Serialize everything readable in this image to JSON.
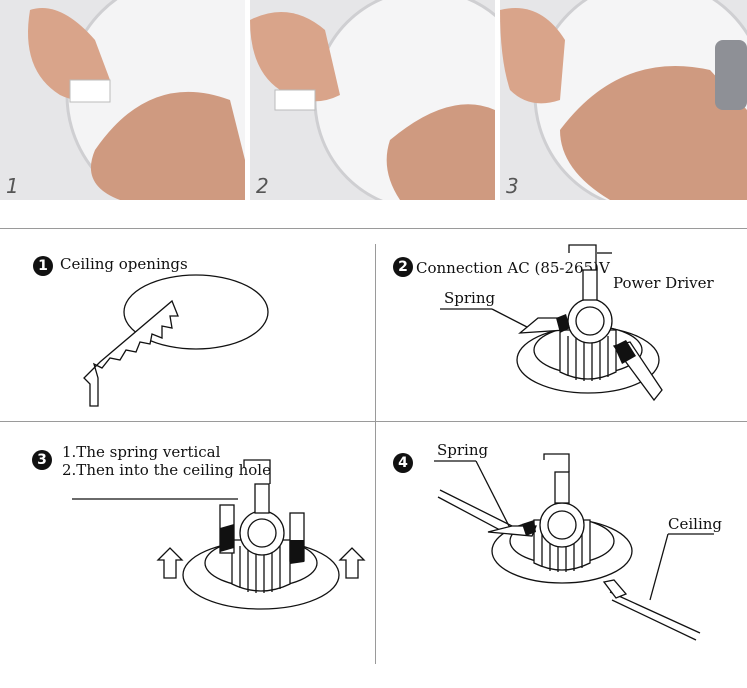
{
  "photos": [
    {
      "number": "1"
    },
    {
      "number": "2"
    },
    {
      "number": "3"
    }
  ],
  "steps": [
    {
      "badge": "1",
      "lines": [
        "Ceiling openings"
      ]
    },
    {
      "badge": "2",
      "lines": [
        "Connection AC (85-265)V"
      ],
      "labels": {
        "driver": "Power Driver",
        "spring": "Spring"
      }
    },
    {
      "badge": "3",
      "lines": [
        "1.The spring vertical",
        "2.Then into the ceiling hole"
      ]
    },
    {
      "badge": "4",
      "lines": [],
      "labels": {
        "spring": "Spring",
        "ceiling": "Ceiling"
      }
    }
  ],
  "colors": {
    "line": "#111111",
    "divider": "#9a9a9a",
    "photo_bg": "#e9e9ea",
    "skin": "#d9a48a"
  }
}
